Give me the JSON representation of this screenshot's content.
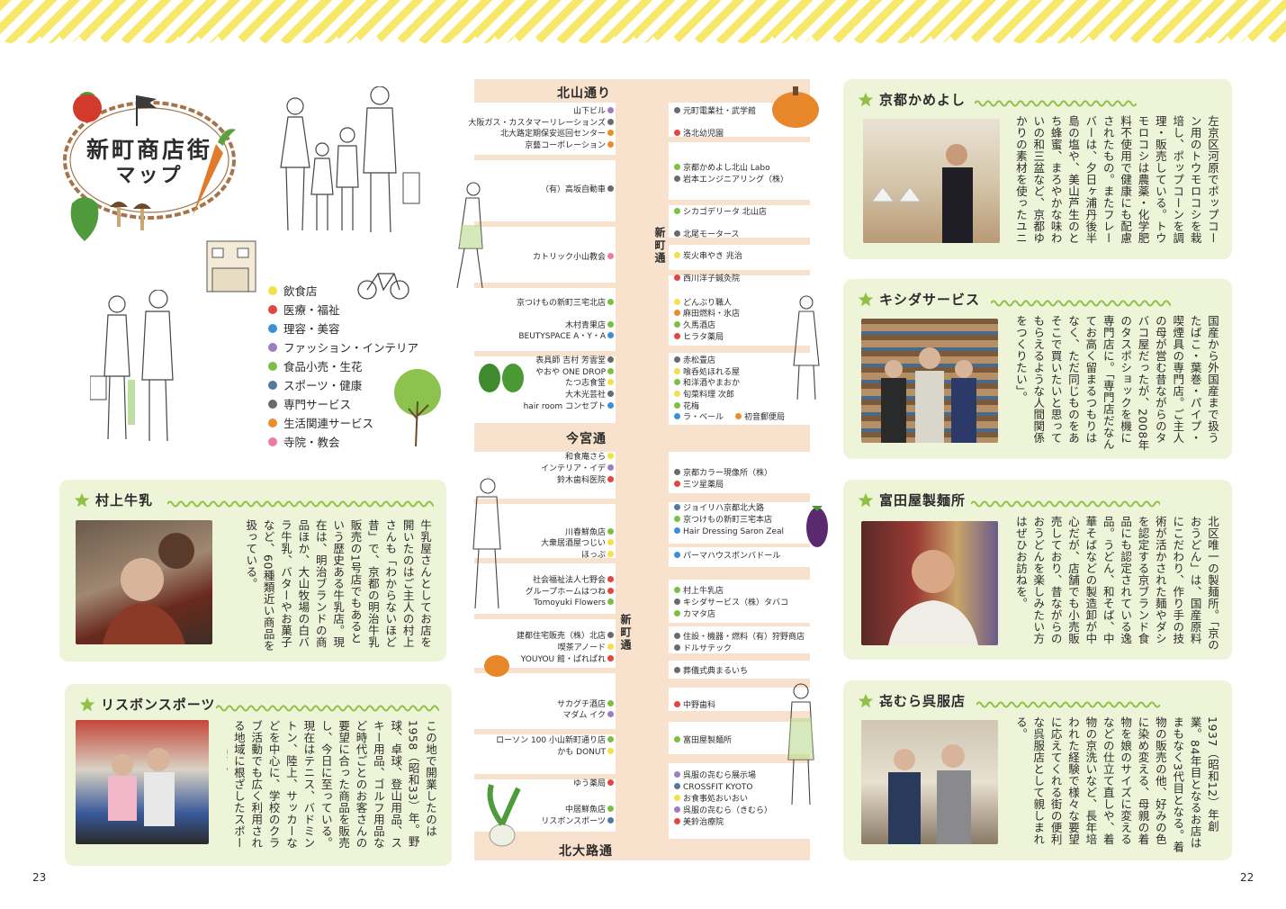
{
  "title": {
    "line1": "新町商店街",
    "line2": "マップ"
  },
  "colors": {
    "restaurant": "#f4e04a",
    "medical": "#e2473f",
    "beauty": "#3a8fd6",
    "fashion": "#9b7fc0",
    "food": "#7cc043",
    "sports": "#53799d",
    "service": "#6b6b6b",
    "living": "#e88f2a",
    "temple": "#ea7ca0",
    "card_bg": "#eef4d8",
    "map_bg": "#f9e2cd",
    "stripe": "#f7e86a",
    "wave": "#8fc146"
  },
  "legend": [
    {
      "label": "飲食店",
      "color": "#f4e04a"
    },
    {
      "label": "医療・福祉",
      "color": "#e2473f"
    },
    {
      "label": "理容・美容",
      "color": "#3a8fd6"
    },
    {
      "label": "ファッション・インテリア",
      "color": "#9b7fc0"
    },
    {
      "label": "食品小売・生花",
      "color": "#7cc043"
    },
    {
      "label": "スポーツ・健康",
      "color": "#53799d"
    },
    {
      "label": "専門サービス",
      "color": "#6b6b6b"
    },
    {
      "label": "生活関連サービス",
      "color": "#e88f2a"
    },
    {
      "label": "寺院・教会",
      "color": "#ea7ca0"
    }
  ],
  "map": {
    "streets": {
      "kitayama": "北山通り",
      "imamiya": "今宮通",
      "kitaoji": "北大路通",
      "shinmachi_top": "新町通",
      "shinmachi_mid": "新町通"
    },
    "left_shops": [
      [
        "山下ビル",
        "fashion"
      ],
      [
        "大阪ガス・カスタマーリレーションズ",
        "service"
      ],
      [
        "北大路定期保安巡回センター",
        "living"
      ],
      [
        "京藝コーポレーション",
        "living"
      ],
      [
        "（有）高坂自動車",
        "service"
      ],
      [
        "カトリック小山教会",
        "temple"
      ],
      [
        "京つけもの新町三宅北店",
        "food"
      ],
      [
        "木村青果店",
        "food"
      ],
      [
        "BEUTYSPACE A・Y・A",
        "beauty"
      ],
      [
        "表具師 吉村 芳雲堂",
        "service"
      ],
      [
        "やおや ONE DROP",
        "food"
      ],
      [
        "たつ志食堂",
        "restaurant"
      ],
      [
        "大木光芸社",
        "service"
      ],
      [
        "hair room コンセプト",
        "beauty"
      ],
      [
        "和食庵さら",
        "restaurant"
      ],
      [
        "インテリア・イデ",
        "fashion"
      ],
      [
        "鈴木歯科医院",
        "medical"
      ],
      [
        "川春鮮魚店",
        "food"
      ],
      [
        "大衆居酒屋つじい",
        "restaurant"
      ],
      [
        "ほっぷ",
        "restaurant"
      ],
      [
        "社会福祉法人七野会",
        "medical"
      ],
      [
        "グループホームはつね",
        "medical"
      ],
      [
        "Tomoyuki Flowers",
        "food"
      ],
      [
        "建都住宅販売（株）北店",
        "service"
      ],
      [
        "喫茶アノード",
        "restaurant"
      ],
      [
        "YOUYOU 館・ぱれぱれ",
        "medical"
      ],
      [
        "サカグチ酒店",
        "food"
      ],
      [
        "マダム イク",
        "fashion"
      ],
      [
        "ローソン 100 小山新町通り店",
        "food"
      ],
      [
        "かも DONUT",
        "restaurant"
      ],
      [
        "ゆう薬局",
        "medical"
      ],
      [
        "中居鮮魚店",
        "food"
      ],
      [
        "リスボンスポーツ",
        "sports"
      ]
    ],
    "right_shops": [
      [
        "元町電業社・武学館",
        "service"
      ],
      [
        "洛北幼児園",
        "medical"
      ],
      [
        "京都かめよし北山 Labo",
        "food"
      ],
      [
        "岩本エンジニアリング（株）",
        "service"
      ],
      [
        "シカゴデリータ 北山店",
        "food"
      ],
      [
        "北尾モータース",
        "service"
      ],
      [
        "炭火串やき 兆治",
        "restaurant"
      ],
      [
        "西川洋子鍼灸院",
        "medical"
      ],
      [
        "どんぶり職人",
        "restaurant"
      ],
      [
        "麻田燃料・氷店",
        "living"
      ],
      [
        "久馬酒店",
        "food"
      ],
      [
        "ヒラタ薬局",
        "medical"
      ],
      [
        "赤松畳店",
        "service"
      ],
      [
        "喰呑処ほれる屋",
        "restaurant"
      ],
      [
        "和洋酒やまおか",
        "food"
      ],
      [
        "旬菜料理 次郎",
        "restaurant"
      ],
      [
        "花梅",
        "food"
      ],
      [
        "ラ・ベール",
        "beauty"
      ],
      [
        "初音郵便局",
        "living"
      ],
      [
        "京都カラー現像所（株）",
        "service"
      ],
      [
        "三ツ星薬局",
        "medical"
      ],
      [
        "ジョイリハ京都北大路",
        "sports"
      ],
      [
        "京つけもの新町三宅本店",
        "food"
      ],
      [
        "Hair Dressing Saron Zeal",
        "beauty"
      ],
      [
        "パーマハウスボンバドール",
        "beauty"
      ],
      [
        "村上牛乳店",
        "food"
      ],
      [
        "キシダサービス（株）タバコ",
        "service"
      ],
      [
        "カマタ店",
        "food"
      ],
      [
        "住設・機器・燃料（有）狩野商店",
        "service"
      ],
      [
        "ドルサテック",
        "service"
      ],
      [
        "葬儀式典まるいち",
        "service"
      ],
      [
        "中野歯科",
        "medical"
      ],
      [
        "富田屋製麺所",
        "food"
      ],
      [
        "呉服の㐂むら展示場",
        "fashion"
      ],
      [
        "CROSSFIT KYOTO",
        "sports"
      ],
      [
        "お食事処おいおい",
        "restaurant"
      ],
      [
        "呉服の㐂むら（きむら）",
        "fashion"
      ],
      [
        "美鈴治療院",
        "medical"
      ]
    ]
  },
  "cards": {
    "murakami": {
      "title": "村上牛乳",
      "text": "牛乳屋さんとしてお店を開いたのはご主人の村上さんも「わからないほど昔」で、京都の明治牛乳販売の1号店でもあるという歴史ある牛乳店。現在は、明治ブランドの商品ほか、大山牧場の白バラ牛乳、バターやお菓子など、60種類近い商品を扱っている。"
    },
    "lisbon": {
      "title": "リスボンスポーツ",
      "text": "この地で開業したのは1958（昭和33）年。野球、卓球、登山用品、スキー用品、ゴルフ用品など時代ごとのお客さんの要望に合った商品を販売し、今日に至っている。現在はテニス、バドミントン、陸上、サッカーなどを中心に、学校のクラブ活動でも広く利用される地域に根ざしたスポーツ用品店。"
    },
    "kameyoshi": {
      "title": "京都かめよし",
      "text": "左京区河原でポップコーン用のトウモロコシを栽培し、ポップコーンを調理・販売している。トウモロコシは農薬・化学肥料不使用で健康にも配慮されたもの。またフレーバーは、夕日ヶ浦丹後半島の塩や、美山芦生のとち蜂蜜、まろやかな味わいの和三盆など、京都ゆかりの素材を使ったユニークな品揃えも魅力。"
    },
    "kishida": {
      "title": "キシダサービス",
      "text": "国産から外国産まで扱うたばこ・葉巻・パイプ・喫煙具の専門店。ご主人の母が営む昔ながらのタバコ屋だったが、2008年のタスポショックを機に専門店に。「専門店だなんてお高く留まるつもりはなく、ただ同じものをあそこで買いたいと思ってもらえるような人間関係をつくりたい」。"
    },
    "tomitaya": {
      "title": "富田屋製麺所",
      "text": "北区唯一の製麺所。「京のおうどん」は、国産原料にこだわり、作り手の技術が活かされた麺やダシを認定する京ブランド食品にも認定されている逸品。うどん、和そば、中華そばなどの製造卸が中心だが、店舗でも小売販売しており、昔ながらのおうどんを楽しみたい方はぜひお訪ねを。"
    },
    "kimura": {
      "title": "㐂むら呉服店",
      "text": "1937（昭和12）年創業。84年目となるお店はまもなく3代目となる。着物の販売の他、好みの色に染め変える、母親の着物を娘のサイズに変えるなどの仕立て直しや、着物の京洗いなど、長年培われた経験で様々な要望に応えてくれる街の便利な呉服店として親しまれる。"
    }
  },
  "page_numbers": {
    "left": "23",
    "right": "22"
  }
}
